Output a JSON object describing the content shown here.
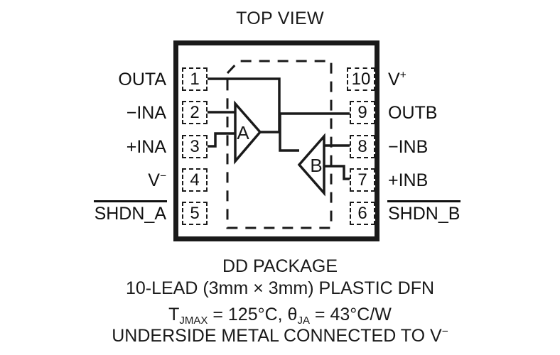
{
  "diagram": {
    "title": "TOP VIEW",
    "amplifiers": [
      {
        "label": "A",
        "orientation": "right"
      },
      {
        "label": "B",
        "orientation": "left"
      }
    ],
    "pins_left": [
      {
        "number": "1",
        "label": "OUTA",
        "overbar": false,
        "sign": ""
      },
      {
        "number": "2",
        "label": "−INA",
        "overbar": false,
        "sign": ""
      },
      {
        "number": "3",
        "label": "+INA",
        "overbar": false,
        "sign": ""
      },
      {
        "number": "4",
        "label": "V",
        "overbar": false,
        "sign": "−"
      },
      {
        "number": "5",
        "label": "SHDN_A",
        "overbar": true,
        "sign": ""
      }
    ],
    "pins_right": [
      {
        "number": "10",
        "label": "V",
        "overbar": false,
        "sign": "+"
      },
      {
        "number": "9",
        "label": "OUTB",
        "overbar": false,
        "sign": ""
      },
      {
        "number": "8",
        "label": "−INB",
        "overbar": false,
        "sign": ""
      },
      {
        "number": "7",
        "label": "+INB",
        "overbar": false,
        "sign": ""
      },
      {
        "number": "6",
        "label": "SHDN_B",
        "overbar": true,
        "sign": ""
      }
    ],
    "caption": {
      "line1": "DD PACKAGE",
      "line2": "10-LEAD (3mm × 3mm) PLASTIC DFN",
      "line3_prefix": "T",
      "line3_sub1": "JMAX",
      "line3_mid": " = 125°C, θ",
      "line3_sub2": "JA",
      "line3_suffix": " = 43°C/W",
      "line4_text": "UNDERSIDE METAL CONNECTED TO V",
      "line4_sign": "−"
    },
    "colors": {
      "ink": "#1a1a1a",
      "background": "#ffffff"
    }
  }
}
